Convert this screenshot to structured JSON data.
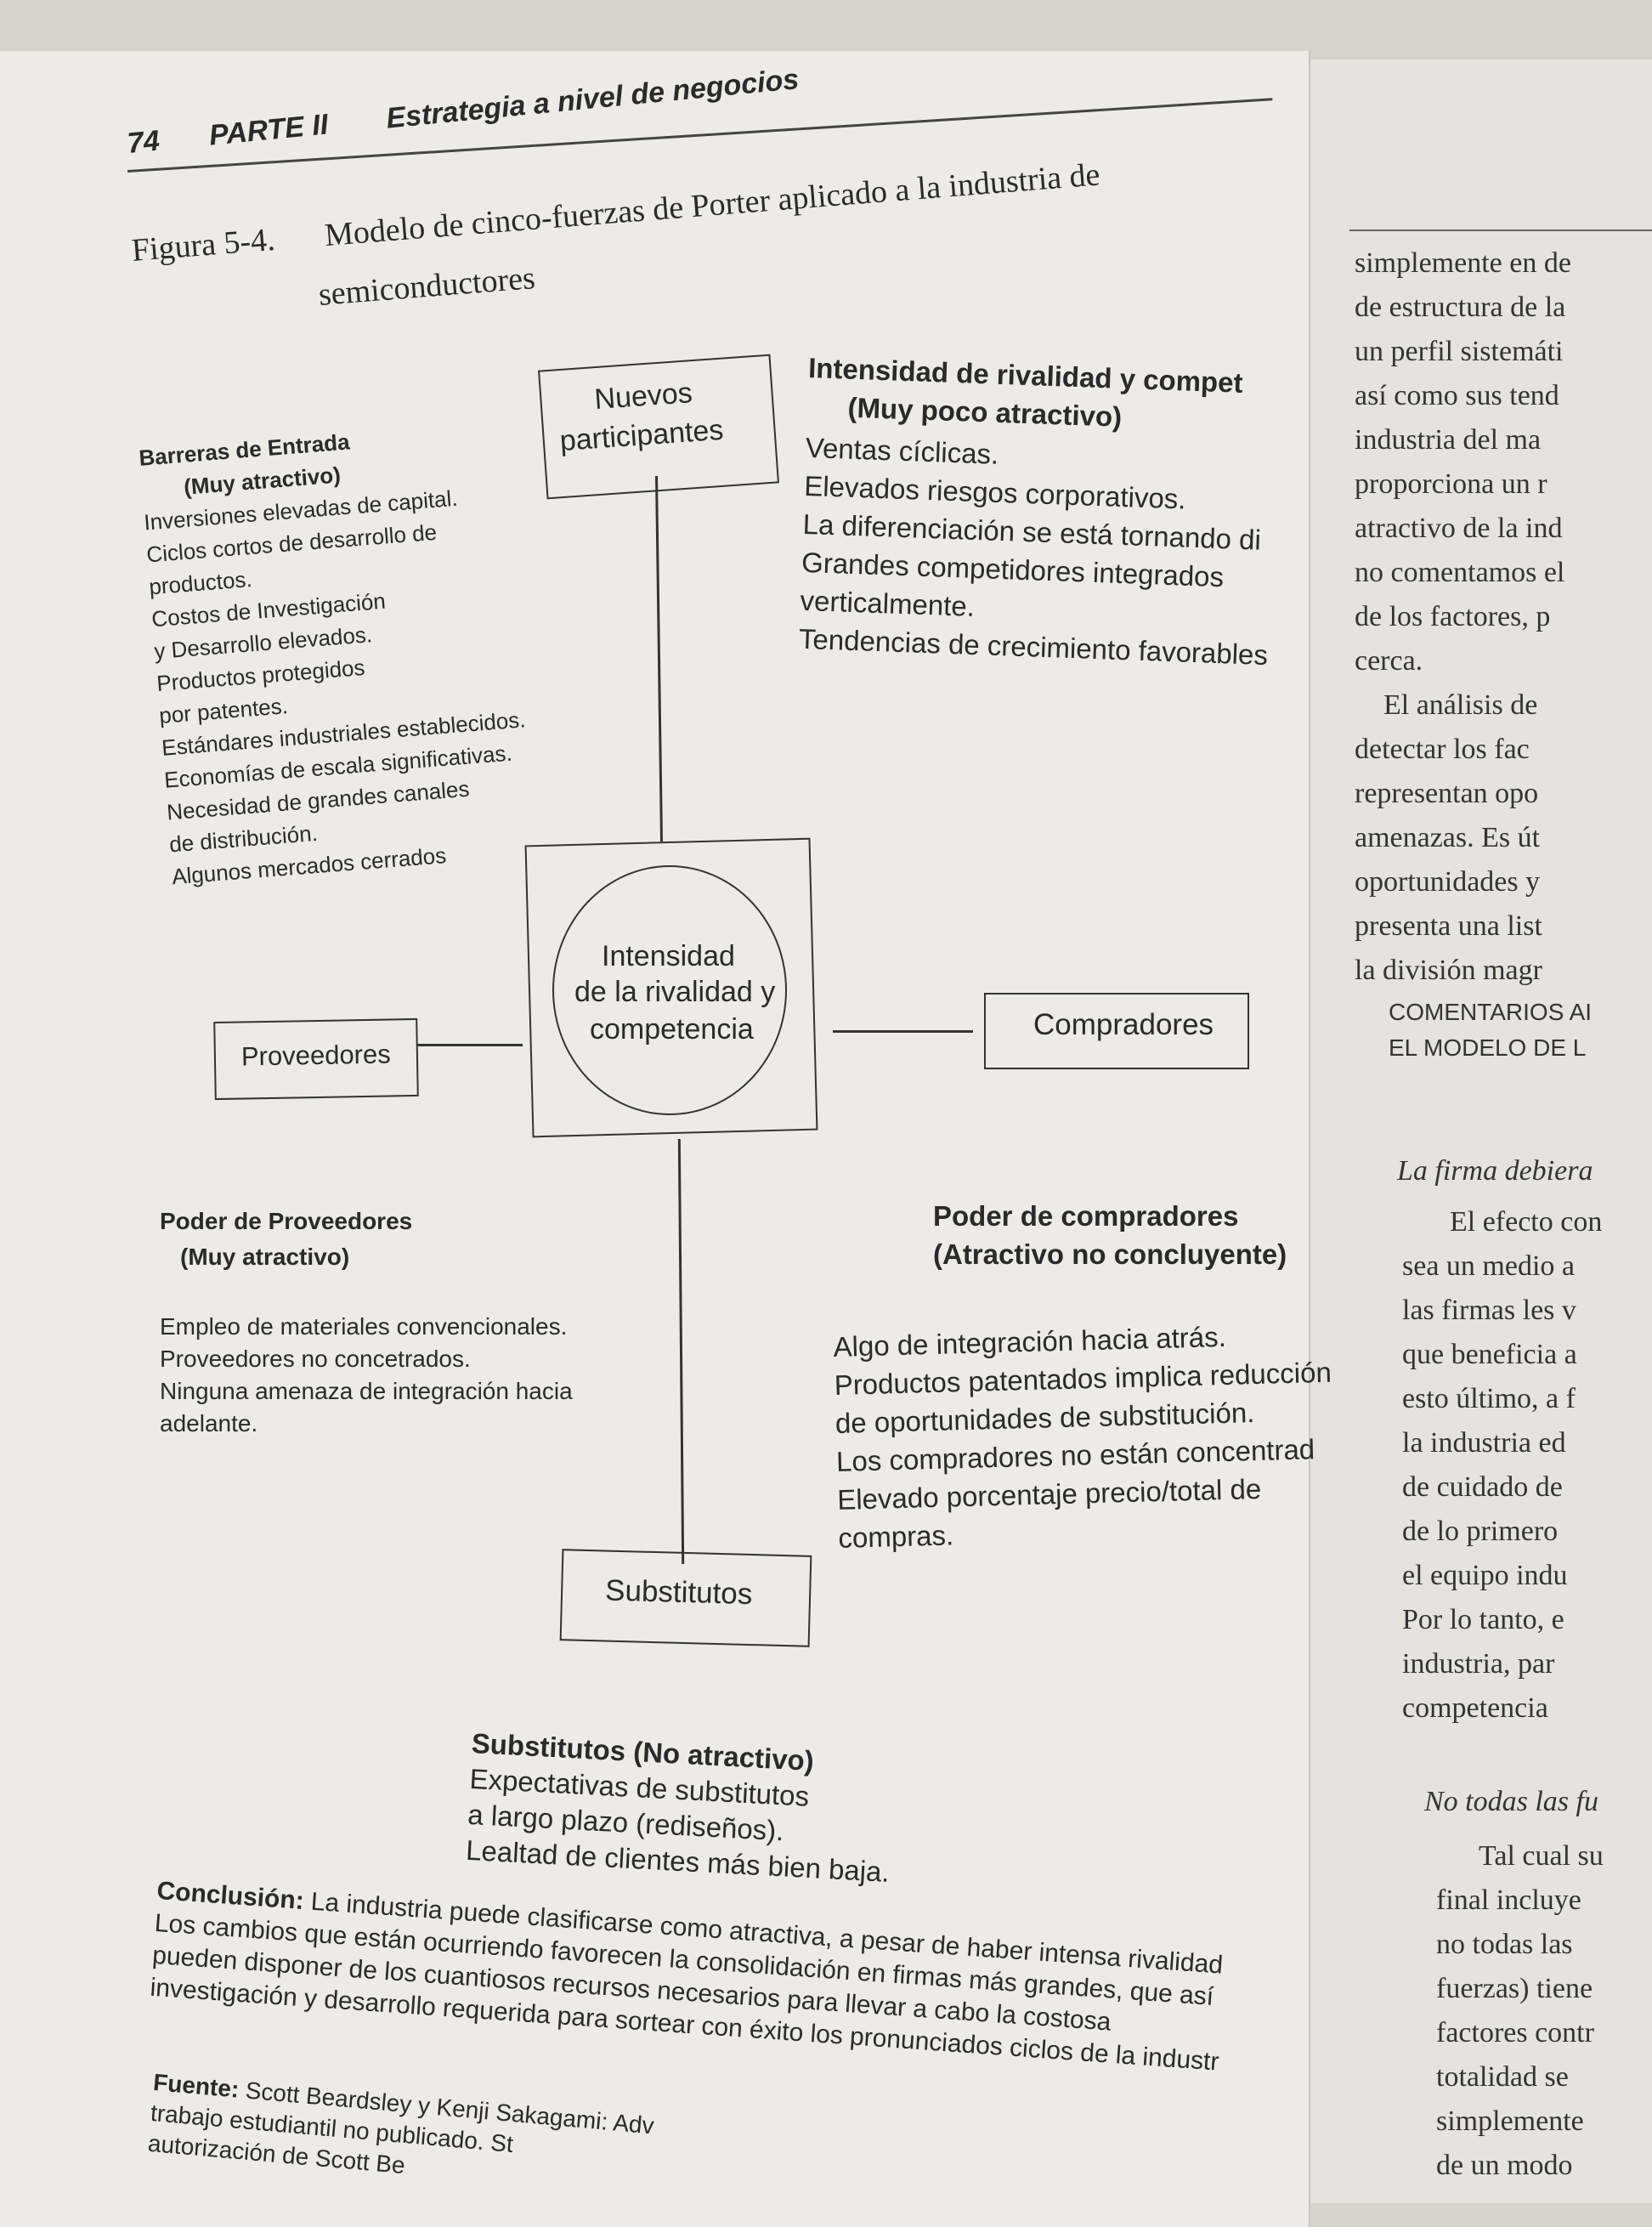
{
  "header": {
    "page_number": "74",
    "part": "PARTE II",
    "section": "Estrategia a nivel de negocios"
  },
  "figure": {
    "label": "Figura 5-4.",
    "title_line1": "Modelo de cinco-fuerzas de Porter aplicado a la industria de",
    "title_line2": "semiconductores"
  },
  "diagram": {
    "new_entrants": [
      "Nuevos",
      "participantes"
    ],
    "center": [
      "Intensidad",
      "de la rivalidad y",
      "competencia"
    ],
    "suppliers": "Proveedores",
    "buyers": "Compradores",
    "substitutes": "Substitutos"
  },
  "barriers": {
    "title": "Barreras de Entrada",
    "rating": "(Muy atractivo)",
    "items": [
      "Inversiones elevadas de capital.",
      "Ciclos cortos de desarrollo de",
      "productos.",
      "Costos de Investigación",
      "y Desarrollo elevados.",
      "Productos protegidos",
      "por patentes.",
      "Estándares industriales establecidos.",
      "Economías de escala significativas.",
      "Necesidad de grandes canales",
      "de distribución.",
      "Algunos mercados cerrados"
    ]
  },
  "rivalry": {
    "title": "Intensidad de rivalidad y compet",
    "rating": "(Muy poco atractivo)",
    "items": [
      "Ventas cíclicas.",
      "Elevados riesgos corporativos.",
      "La diferenciación se está tornando di",
      "Grandes competidores integrados",
      "verticalmente.",
      "Tendencias de crecimiento favorables"
    ]
  },
  "supplier_power": {
    "title": "Poder de Proveedores",
    "rating": "(Muy atractivo)",
    "items": [
      "Empleo de materiales convencionales.",
      "Proveedores no concetrados.",
      "Ninguna amenaza de integración hacia",
      "adelante."
    ]
  },
  "buyer_power": {
    "title": "Poder de compradores",
    "rating": "(Atractivo no concluyente)",
    "items": [
      "Algo de integración hacia atrás.",
      "Productos patentados implica reducción",
      "de oportunidades de substitución.",
      "Los compradores no están concentrad",
      "Elevado porcentaje precio/total de",
      "compras."
    ]
  },
  "substitutes_block": {
    "title": "Substitutos (No atractivo)",
    "items": [
      "Expectativas de substitutos",
      "a largo plazo (rediseños).",
      "Lealtad de clientes más bien baja."
    ]
  },
  "conclusion": {
    "label": "Conclusión:",
    "lines": [
      "La industria puede clasificarse como atractiva, a pesar de haber intensa rivalidad",
      "Los cambios que están ocurriendo favorecen la consolidación en firmas más grandes, que así",
      "pueden disponer de los cuantiosos recursos necesarios para llevar a cabo la costosa",
      "investigación y desarrollo requerida para sortear con éxito los pronunciados ciclos de la industr"
    ]
  },
  "source": {
    "label": "Fuente:",
    "lines": [
      "Scott Beardsley y Kenji Sakagami: Adv",
      "trabajo estudiantil no publicado. St",
      "autorización de Scott Be"
    ]
  },
  "right_page": {
    "lines_top": [
      "simplemente en de",
      "de estructura de la",
      "un perfil sistemáti",
      "así como sus tend",
      "industria del ma",
      "proporciona un r",
      "atractivo de la ind",
      "no comentamos el",
      "de los factores, p",
      "cerca.",
      "El análisis de",
      "detectar los fac",
      "representan opo",
      "amenazas. Es út",
      "oportunidades y",
      "presenta una list",
      "la división magr"
    ],
    "heading_lines": [
      "COMENTARIOS AI",
      "EL MODELO DE L"
    ],
    "subhead1": "La firma debiera",
    "lines_mid": [
      "El efecto con",
      "sea un medio a",
      "las firmas les v",
      "que beneficia a",
      "esto último, a f",
      "la industria ed",
      "de cuidado de",
      "de lo primero",
      "el equipo indu",
      "Por lo tanto, e",
      "industria, par",
      "competencia"
    ],
    "subhead2": "No todas las fu",
    "lines_bottom": [
      "Tal cual su",
      "final incluye",
      "no todas las",
      "fuerzas) tiene",
      "factores contr",
      "totalidad se",
      "simplemente",
      "de un modo"
    ]
  }
}
